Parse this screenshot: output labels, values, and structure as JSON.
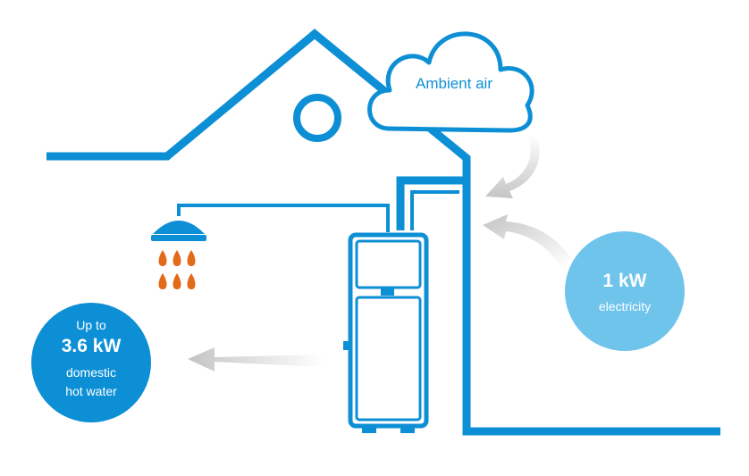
{
  "colors": {
    "outline": "#0d8fd6",
    "drops": "#e36a1b",
    "arrow": "#c8c8c8",
    "electricity_circle": "#6fc4ec",
    "hot_water_circle": "#0d8fd6"
  },
  "cloud": {
    "label": "Ambient air"
  },
  "electricity": {
    "value": "1 kW",
    "unit": "electricity"
  },
  "hot_water": {
    "line1": "Up to",
    "line2": "3.6 kW",
    "line3": "domestic",
    "line4": "hot water"
  }
}
